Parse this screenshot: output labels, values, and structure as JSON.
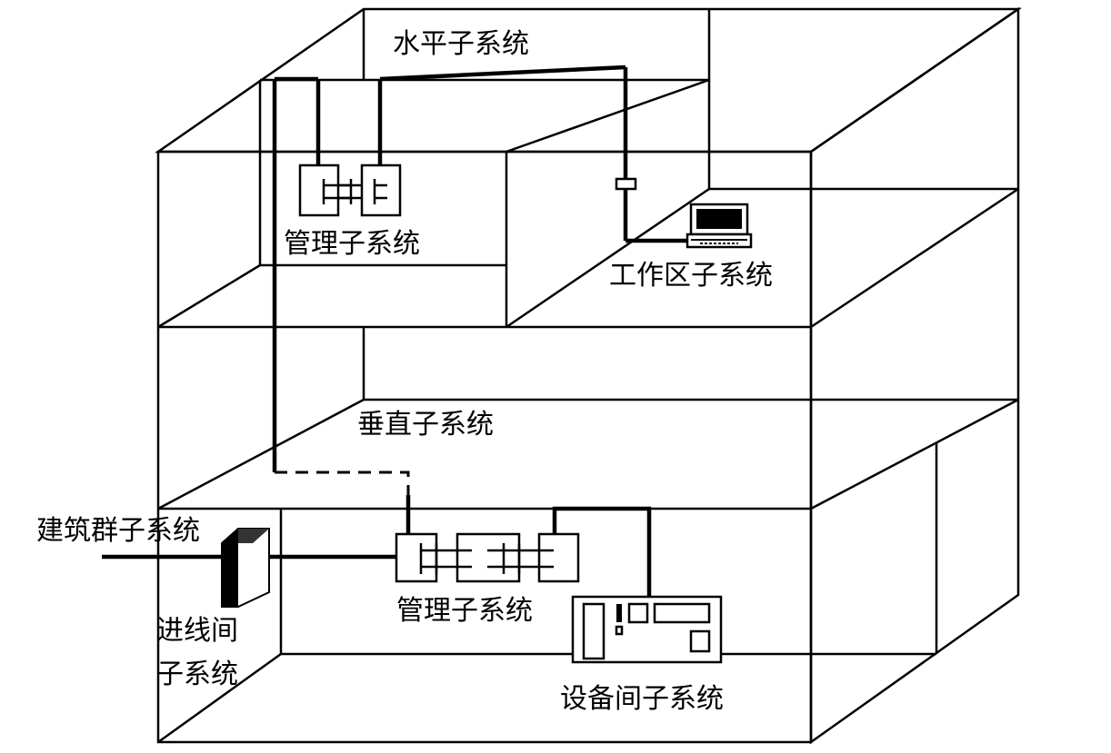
{
  "labels": {
    "horizontal": "水平子系统",
    "management_top": "管理子系统",
    "work_area": "工作区子系统",
    "vertical": "垂直子系统",
    "building_group": "建筑群子系统",
    "management_bottom": "管理子系统",
    "entrance_line1": "进线间",
    "entrance_line2": "子系统",
    "equipment_room": "设备间子系统"
  }
}
